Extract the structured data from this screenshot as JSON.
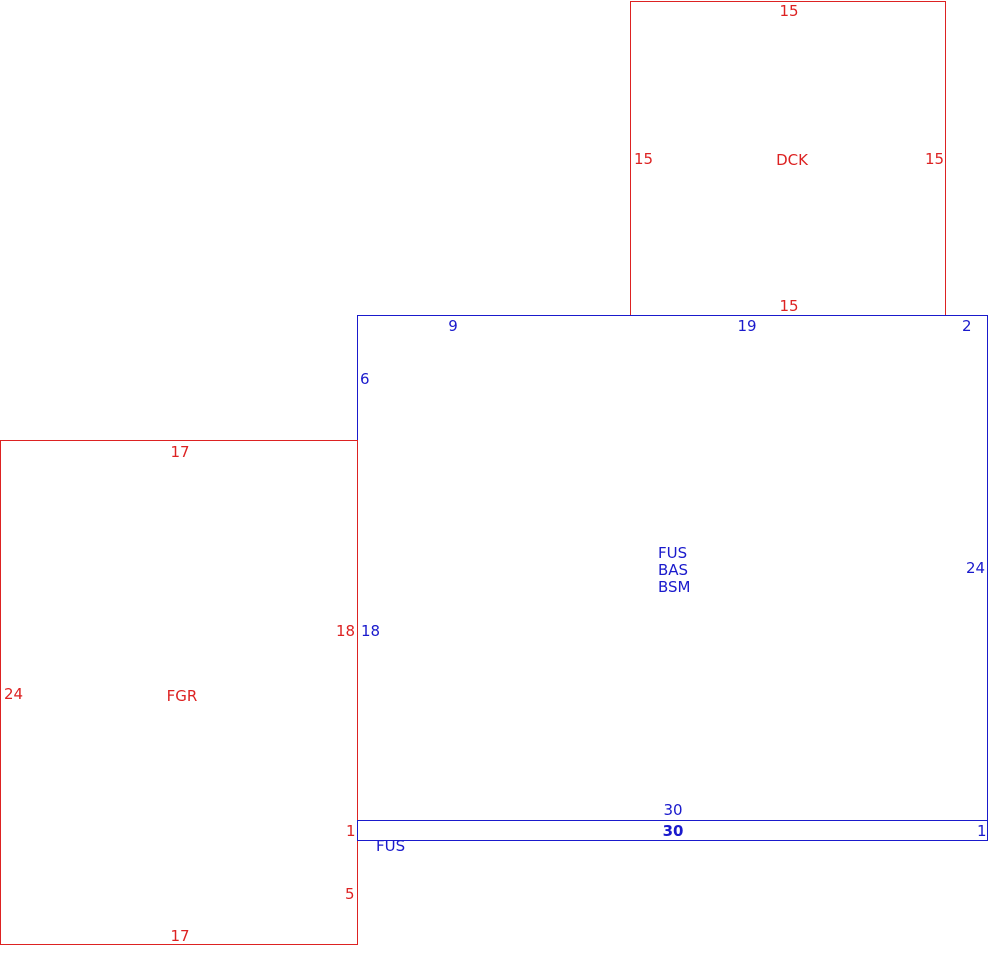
{
  "colors": {
    "red": "#dd2222",
    "blue": "#1a1acc"
  },
  "dck": {
    "name": "DCK",
    "top": "15",
    "left": "15",
    "right": "15",
    "bottom": "15"
  },
  "main": {
    "labels": [
      "FUS",
      "BAS",
      "BSM"
    ],
    "top_left": "9",
    "top_mid": "19",
    "top_right": "2",
    "left_upper": "6",
    "left_lower": "18",
    "right": "24",
    "bottom": "30"
  },
  "fgr": {
    "name": "FGR",
    "top": "17",
    "left": "24",
    "right_upper": "18",
    "right_mid": "1",
    "right_lower": "5",
    "bottom": "17"
  },
  "strip": {
    "name": "FUS",
    "top": "30",
    "right": "1"
  }
}
